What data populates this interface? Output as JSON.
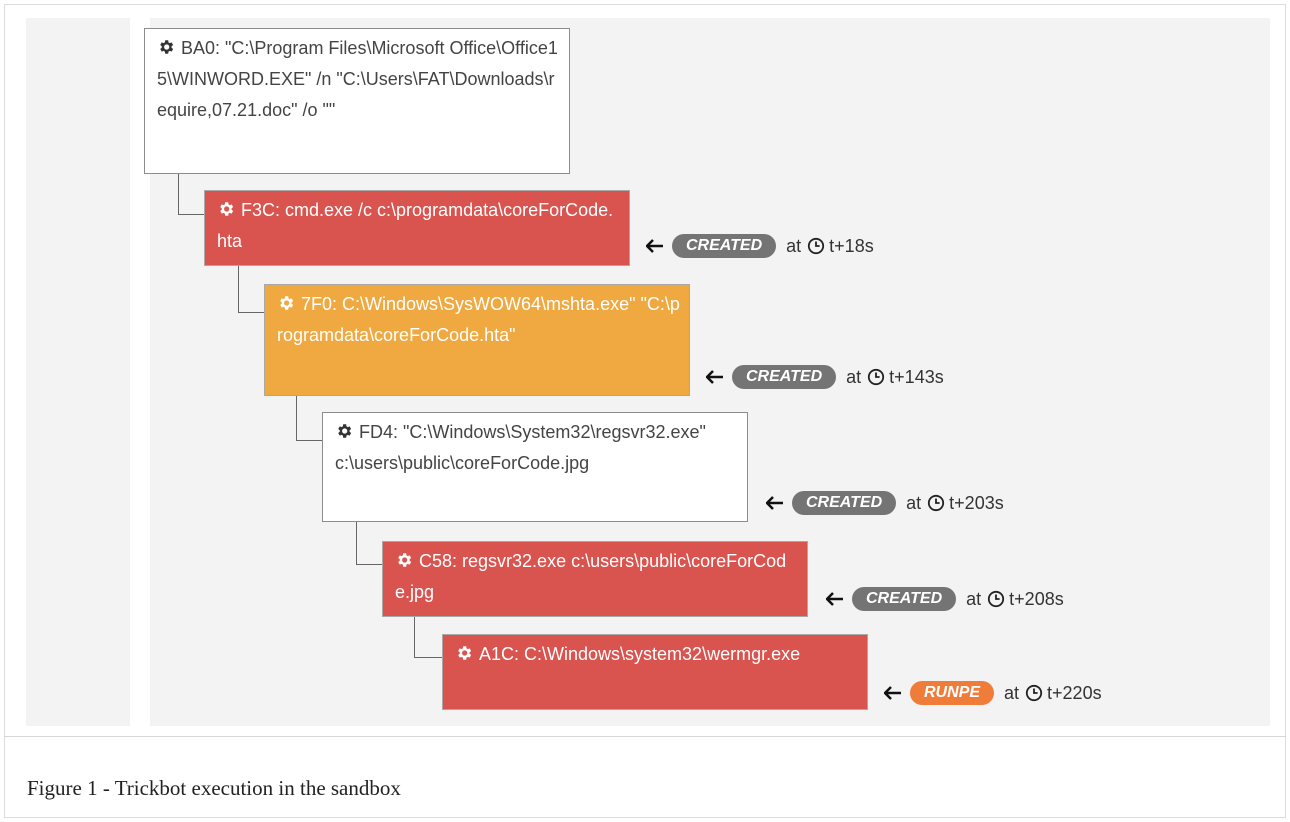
{
  "caption": "Figure 1 - Trickbot execution in the sandbox",
  "colors": {
    "danger": "#d9534f",
    "warning": "#efa940",
    "created_badge": "#747474",
    "runpe_badge": "#f07c3a"
  },
  "nodes": [
    {
      "text": "BA0: \"C:\\Program Files\\Microsoft Office\\Office15\\WINWORD.EXE\" /n \"C:\\Users\\FAT\\Downloads\\require,07.21.doc\" /o \"\"",
      "style": "plain",
      "icon": "gear-icon"
    },
    {
      "text": "F3C: cmd.exe /c c:\\programdata\\coreForCode.hta",
      "style": "red",
      "icon": "gear-icon"
    },
    {
      "text": "7F0: C:\\Windows\\SysWOW64\\mshta.exe\" \"C:\\programdata\\coreForCode.hta\"",
      "style": "orange",
      "icon": "gear-icon"
    },
    {
      "text": "FD4: \"C:\\Windows\\System32\\regsvr32.exe\" c:\\users\\public\\coreForCode.jpg",
      "style": "plain",
      "icon": "gear-icon"
    },
    {
      "text": "C58: regsvr32.exe c:\\users\\public\\coreForCode.jpg",
      "style": "red",
      "icon": "gear-icon"
    },
    {
      "text": "A1C: C:\\Windows\\system32\\wermgr.exe",
      "style": "red",
      "icon": "gear-icon"
    }
  ],
  "events": [
    {
      "badge": "CREATED",
      "at": "at",
      "time": "t+18s"
    },
    {
      "badge": "CREATED",
      "at": "at",
      "time": "t+143s"
    },
    {
      "badge": "CREATED",
      "at": "at",
      "time": "t+203s"
    },
    {
      "badge": "CREATED",
      "at": "at",
      "time": "t+208s"
    },
    {
      "badge": "RUNPE",
      "at": "at",
      "time": "t+220s"
    }
  ]
}
